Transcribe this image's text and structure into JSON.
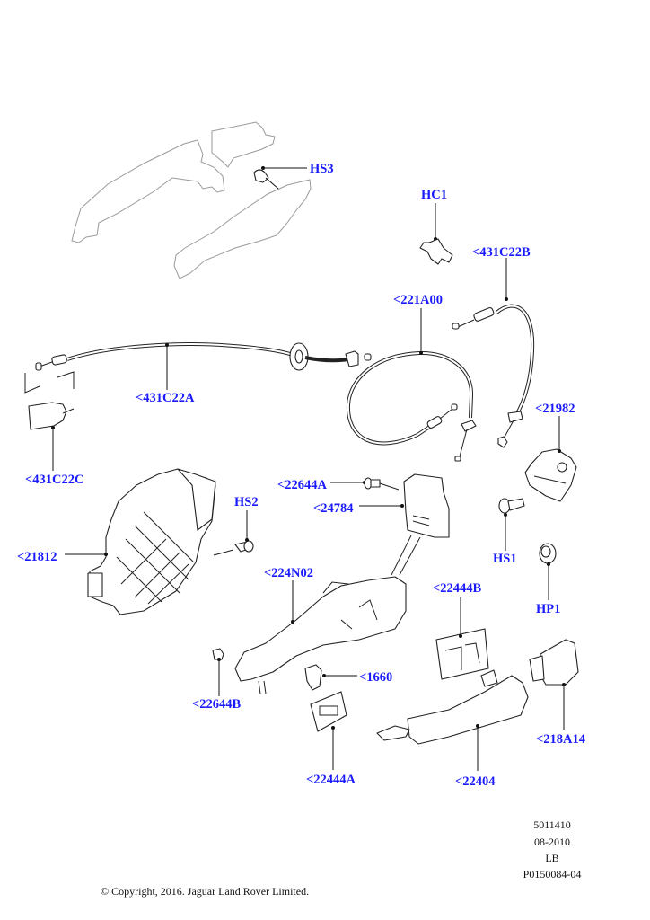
{
  "diagram": {
    "title": "Exterior door handle and lock components",
    "callouts": [
      {
        "id": "HS3",
        "label": "HS3"
      },
      {
        "id": "HC1",
        "label": "HC1"
      },
      {
        "id": "431C22B",
        "label": "<431C22B"
      },
      {
        "id": "221A00",
        "label": "<221A00"
      },
      {
        "id": "431C22A",
        "label": "<431C22A"
      },
      {
        "id": "21982",
        "label": "<21982"
      },
      {
        "id": "431C22C",
        "label": "<431C22C"
      },
      {
        "id": "22644A",
        "label": "<22644A"
      },
      {
        "id": "24784",
        "label": "<24784"
      },
      {
        "id": "HS2",
        "label": "HS2"
      },
      {
        "id": "HS1",
        "label": "HS1"
      },
      {
        "id": "21812",
        "label": "<21812"
      },
      {
        "id": "224N02",
        "label": "<224N02"
      },
      {
        "id": "HP1",
        "label": "HP1"
      },
      {
        "id": "22444B",
        "label": "<22444B"
      },
      {
        "id": "1660",
        "label": "<1660"
      },
      {
        "id": "22644B",
        "label": "<22644B"
      },
      {
        "id": "218A14",
        "label": "<218A14"
      },
      {
        "id": "22444A",
        "label": "<22444A"
      },
      {
        "id": "22404",
        "label": "<22404"
      }
    ]
  },
  "reference": {
    "code": "5011410",
    "date": "08-2010",
    "variant": "LB",
    "illustration_id": "P0150084-04"
  },
  "footer": {
    "copyright": "© Copyright, 2016. Jaguar Land Rover Limited."
  }
}
